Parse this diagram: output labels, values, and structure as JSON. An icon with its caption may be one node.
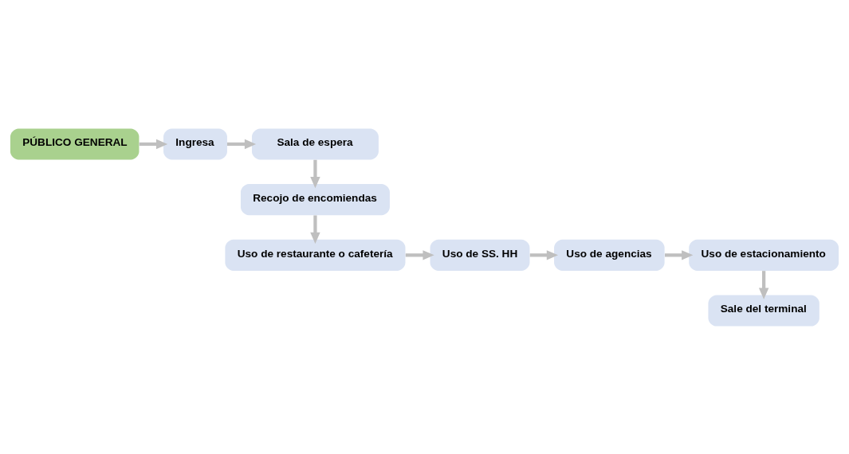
{
  "diagram": {
    "nodes": [
      {
        "text": [
          "PÚBLICO GENERAL"
        ]
      },
      {
        "text": [
          "Ingresa"
        ]
      },
      {
        "text": [
          "Sala de espera"
        ]
      },
      {
        "text": [
          "Recojo de encomiendas"
        ]
      },
      {
        "text": [
          "Uso de restaurante o cafetería"
        ]
      },
      {
        "text": [
          "Uso de SS. HH"
        ]
      },
      {
        "text": [
          "Uso de agencias"
        ]
      },
      {
        "text": [
          "Uso de estacionamiento"
        ]
      },
      {
        "text": [
          "Sale del terminal"
        ]
      }
    ],
    "edges": [
      {
        "from": 0,
        "to": 1,
        "arrow": "to"
      },
      {
        "from": 1,
        "to": 2,
        "arrow": "to"
      },
      {
        "from": 2,
        "to": 3,
        "arrow": "to"
      },
      {
        "from": 3,
        "to": 4,
        "arrow": "to"
      },
      {
        "from": 4,
        "to": 5,
        "arrow": "to"
      },
      {
        "from": 5,
        "to": 6,
        "arrow": "to"
      },
      {
        "from": 6,
        "to": 7,
        "arrow": "to"
      },
      {
        "from": 7,
        "to": 8,
        "arrow": "to"
      }
    ]
  }
}
